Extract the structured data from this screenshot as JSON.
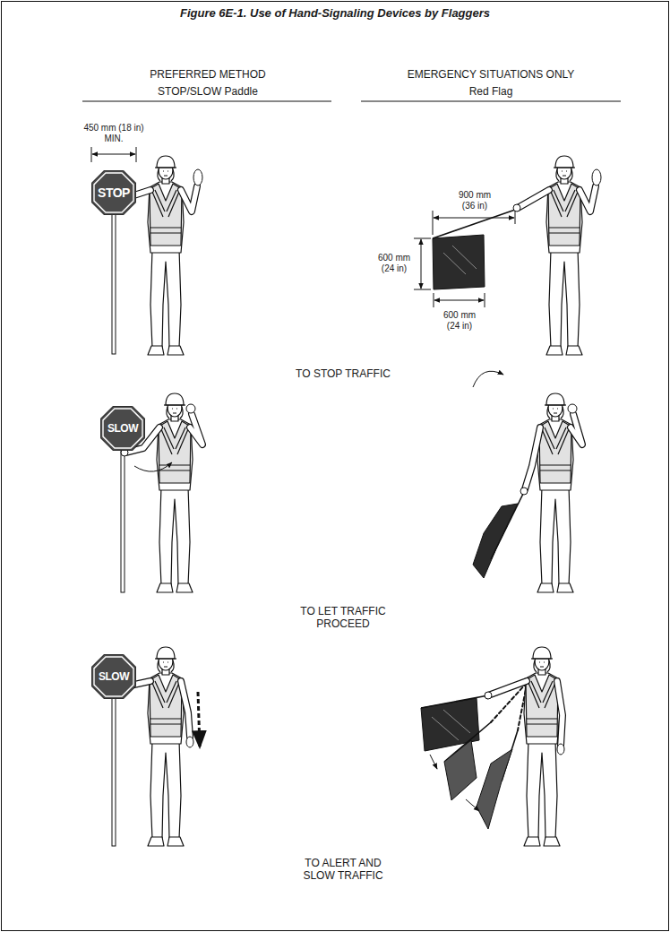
{
  "diagram": {
    "title": "Figure 6E-1. Use of Hand-Signaling Devices by Flaggers",
    "nodes": [
      {
        "text": [
          "STOP"
        ]
      },
      {
        "text": [
          "SLOW"
        ]
      },
      {
        "text": [
          "SLOW"
        ]
      }
    ],
    "labels": [
      "PREFERRED METHOD",
      "STOP/SLOW Paddle",
      "EMERGENCY SITUATIONS ONLY",
      "Red Flag",
      "450 mm (18 in) MIN.",
      "900 mm (36 in)",
      "600 mm (24 in)",
      "600 mm (24 in)",
      "TO STOP TRAFFIC",
      "TO LET TRAFFIC PROCEED",
      "TO ALERT AND SLOW TRAFFIC"
    ]
  }
}
